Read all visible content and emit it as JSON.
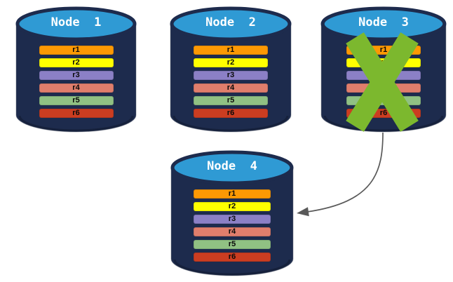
{
  "diagram": {
    "description_hint": "database replication failover diagram",
    "background": "#FFFFFF"
  },
  "colors": {
    "cylinder_body": "#1D2B4D",
    "cylinder_top": "#2F9AD4",
    "cross": "#7CB82E",
    "arrow": "#595959",
    "title_text": "#FFFFFF",
    "row_text": "#0A0A0A"
  },
  "nodes": [
    {
      "id": "node-1",
      "title": "Node  1",
      "crossed_out": false,
      "rows": [
        {
          "label": "r1",
          "color": "#FC9904"
        },
        {
          "label": "r2",
          "color": "#FFFF00"
        },
        {
          "label": "r3",
          "color": "#8B80C6"
        },
        {
          "label": "r4",
          "color": "#E07E6C"
        },
        {
          "label": "r5",
          "color": "#90C183"
        },
        {
          "label": "r6",
          "color": "#CB3D21"
        }
      ]
    },
    {
      "id": "node-2",
      "title": "Node  2",
      "crossed_out": false,
      "rows": [
        {
          "label": "r1",
          "color": "#FC9904"
        },
        {
          "label": "r2",
          "color": "#FFFF00"
        },
        {
          "label": "r3",
          "color": "#8B80C6"
        },
        {
          "label": "r4",
          "color": "#E07E6C"
        },
        {
          "label": "r5",
          "color": "#90C183"
        },
        {
          "label": "r6",
          "color": "#CB3D21"
        }
      ]
    },
    {
      "id": "node-3",
      "title": "Node  3",
      "crossed_out": true,
      "rows": [
        {
          "label": "r1",
          "color": "#FC9904"
        },
        {
          "label": "r2",
          "color": "#FFFF00"
        },
        {
          "label": "r3",
          "color": "#8B80C6"
        },
        {
          "label": "r4",
          "color": "#E07E6C"
        },
        {
          "label": "r5",
          "color": "#90C183"
        },
        {
          "label": "r6",
          "color": "#CB3D21"
        }
      ]
    },
    {
      "id": "node-4",
      "title": "Node  4",
      "crossed_out": false,
      "rows": [
        {
          "label": "r1",
          "color": "#FC9904"
        },
        {
          "label": "r2",
          "color": "#FFFF00"
        },
        {
          "label": "r3",
          "color": "#8B80C6"
        },
        {
          "label": "r4",
          "color": "#E07E6C"
        },
        {
          "label": "r5",
          "color": "#90C183"
        },
        {
          "label": "r6",
          "color": "#CB3D21"
        }
      ]
    }
  ],
  "arrow": {
    "from": "Node  3",
    "to": "Node  4"
  }
}
